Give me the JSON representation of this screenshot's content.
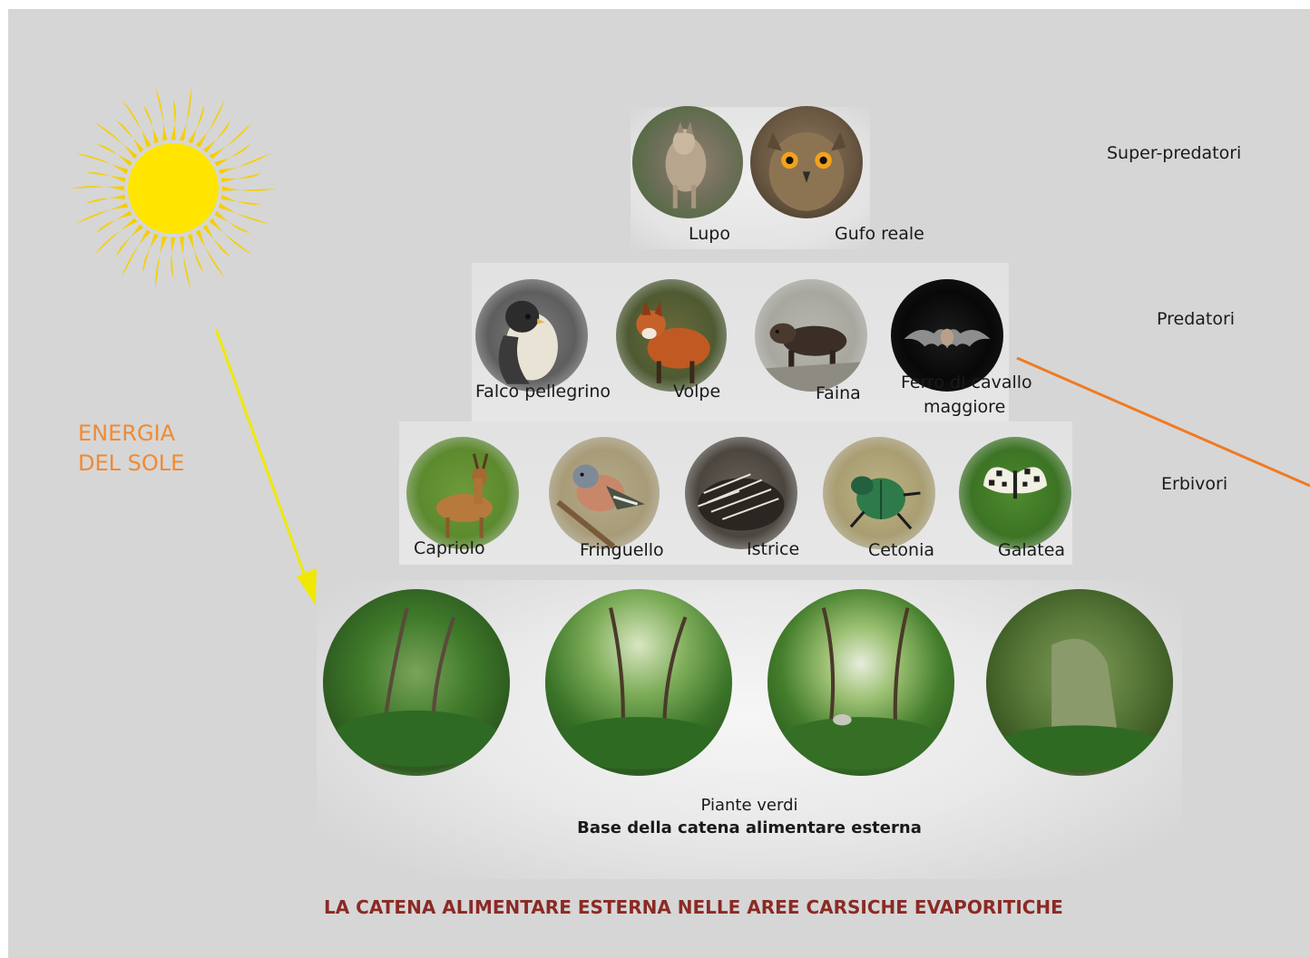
{
  "colors": {
    "background": "#d6d6d6",
    "sun": "#ffe500",
    "sun_rays": "#f5cf00",
    "arrow_energy": "#f0e800",
    "energy_text": "#f08a32",
    "arrow_orange": "#f07a22",
    "title": "#8b2a25"
  },
  "levels": {
    "top": "Super-predatori",
    "predators": "Predatori",
    "herbivores": "Erbivori"
  },
  "energy": {
    "line1": "ENERGIA",
    "line2": "DEL SOLE"
  },
  "animals": {
    "lupo": "Lupo",
    "gufo": "Gufo reale",
    "falco": "Falco pellegrino",
    "volpe": "Volpe",
    "faina": "Faina",
    "ferro_line1": "Ferro di cavallo",
    "ferro_line2": "maggiore",
    "capriolo": "Capriolo",
    "fringuello": "Fringuello",
    "istrice": "Istrice",
    "cetonia": "Cetonia",
    "galatea": "Galatea"
  },
  "base": {
    "line1": "Piante verdi",
    "line2": "Base della catena alimentare esterna"
  },
  "title": "LA CATENA ALIMENTARE ESTERNA NELLE AREE CARSICHE EVAPORITICHE",
  "icons": [
    "sun-icon",
    "wolf-photo",
    "owl-photo",
    "falcon-photo",
    "fox-photo",
    "marten-photo",
    "bat-photo",
    "roe-deer-photo",
    "chaffinch-photo",
    "porcupine-photo",
    "beetle-photo",
    "butterfly-photo",
    "forest-photo"
  ]
}
